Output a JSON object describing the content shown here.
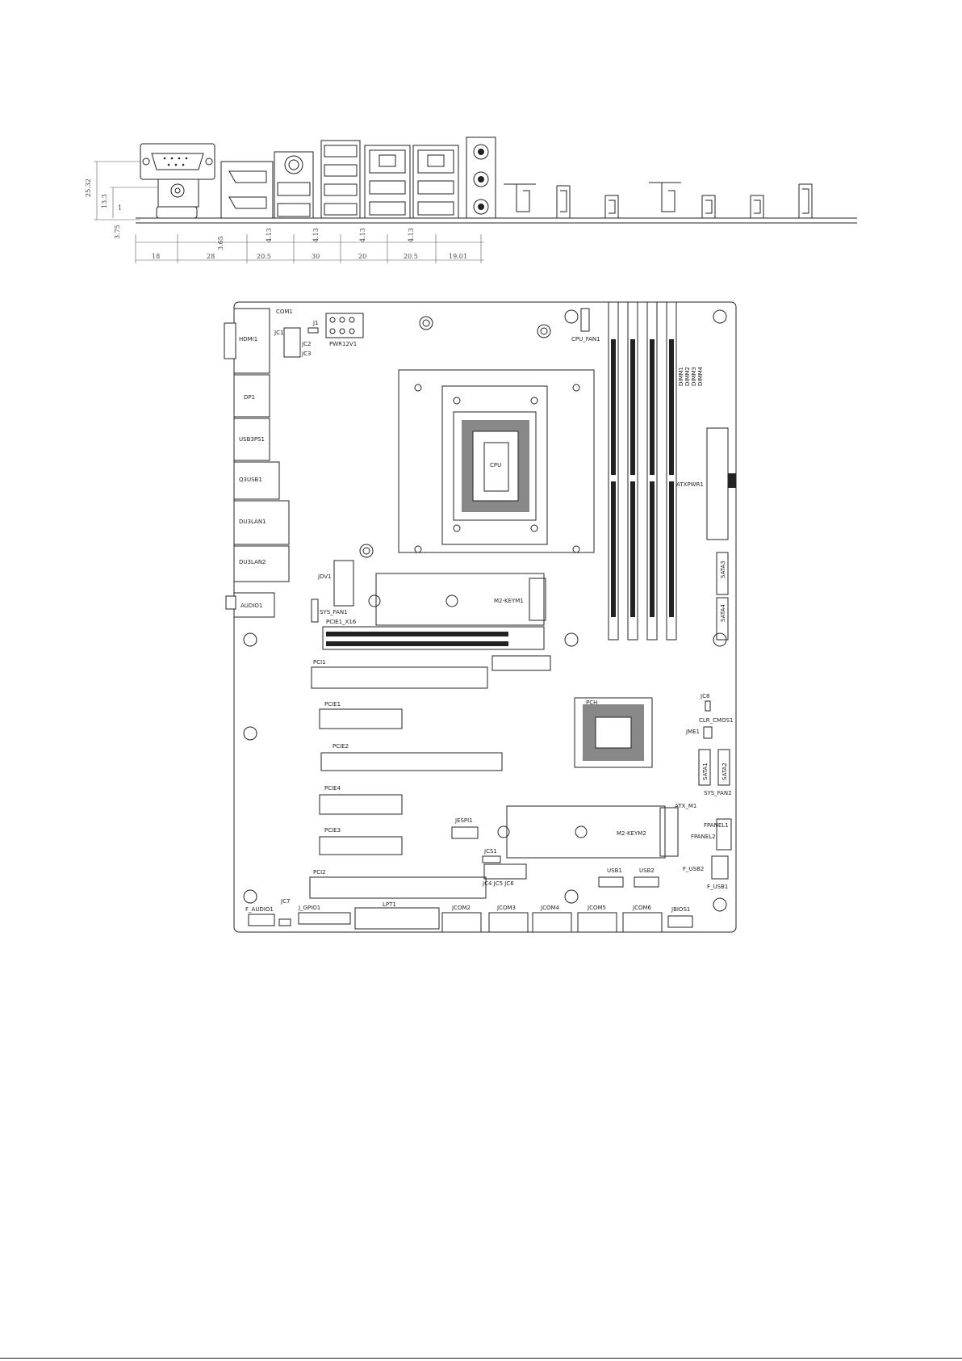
{
  "io_panel": {
    "vertical_dims": [
      "25.32",
      "13.3",
      "1",
      "3.75"
    ],
    "horizontal_dims": [
      "18",
      "28",
      "20.5",
      "30",
      "20",
      "20.5",
      "19.01"
    ],
    "small_dims": [
      "3.65",
      "4.13",
      "4.13",
      "4.13",
      "4.13"
    ]
  },
  "board": {
    "rear_labels": [
      "HDMI1",
      "DP1",
      "USB3PS1",
      "Q3USB1",
      "DU3LAN1",
      "DU3LAN2",
      "AUDIO1"
    ],
    "top_labels": [
      "COM1",
      "J1",
      "JC1",
      "JC2",
      "JC3",
      "PWR12V1",
      "CPU_FAN1"
    ],
    "dimm_labels": [
      "DIMM1",
      "DIMM2",
      "DIMM3",
      "DIMM4"
    ],
    "cpu": "CPU",
    "atx": "ATXPWR1",
    "sata_right": [
      "SATA3",
      "SATA4"
    ],
    "jdv": "JDV1",
    "m2_1": "M2-KEYM1",
    "sys_fan1": "SYS_FAN1",
    "pcie_x16": "PCIE1_X16",
    "slots": [
      "PCI1",
      "PCIE1",
      "PCIE2",
      "PCIE4",
      "PCIE3",
      "PCI2"
    ],
    "pch": "PCH",
    "jumpers": [
      "JC8",
      "CLR_CMOS1",
      "JME1"
    ],
    "sata_mid": [
      "SATA1",
      "SATA2"
    ],
    "sys_fan2": "SYS_FAN2",
    "atx_m": "ATX_M1",
    "fpanel": [
      "FPANEL1",
      "FPANEL2"
    ],
    "jespi": "JESPI1",
    "m2_2": "M2-KEYM2",
    "jcs": "JCS1",
    "jc_row": "JC4 JC5 JC6",
    "usb_headers": [
      "USB1",
      "USB2"
    ],
    "f_usb": [
      "F_USB2",
      "F_USB1"
    ],
    "bottom_labels": [
      "F_AUDIO1",
      "JC7",
      "J_GPIO1",
      "LPT1",
      "JCOM2",
      "JCOM3",
      "JCOM4",
      "JCOM5",
      "JCOM6",
      "JBIOS1"
    ]
  }
}
